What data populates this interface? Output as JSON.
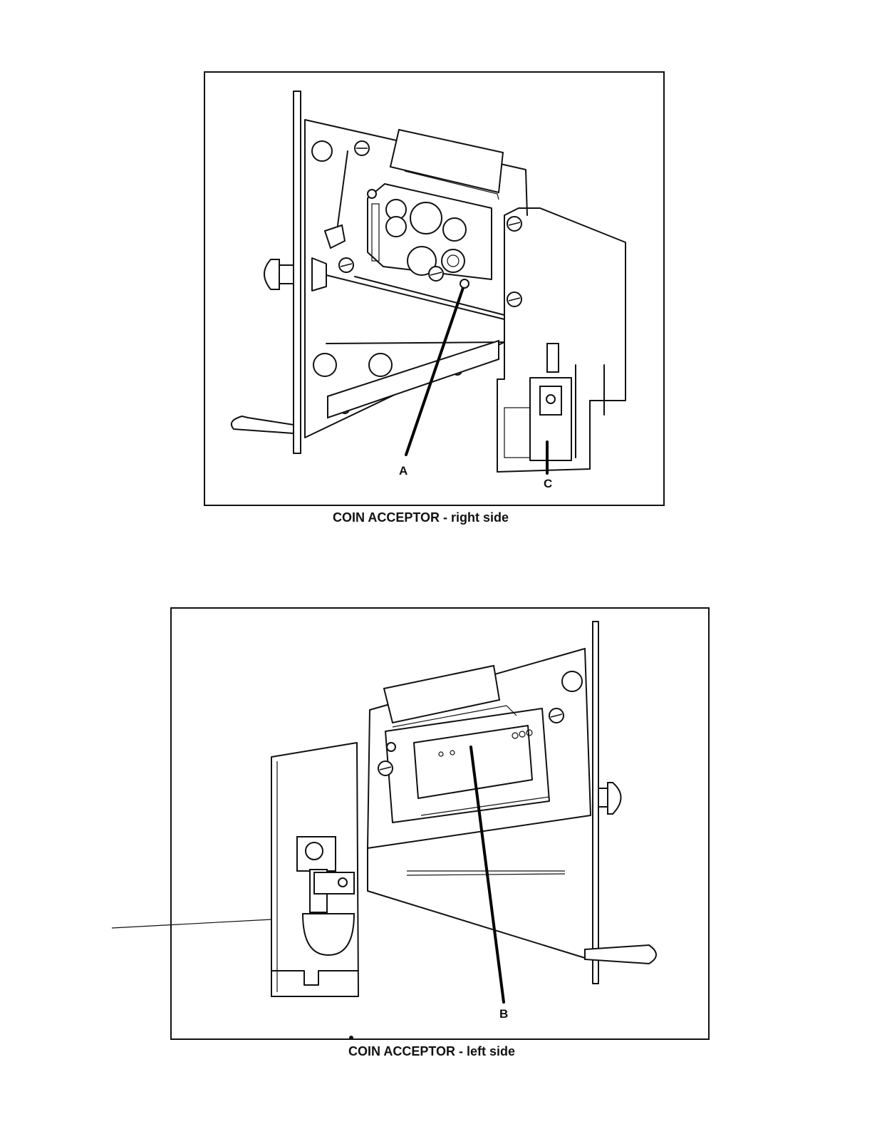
{
  "figures": [
    {
      "caption": "COIN ACCEPTOR - right side",
      "callouts": [
        "A",
        "C"
      ]
    },
    {
      "caption": "COIN ACCEPTOR - left side",
      "callouts": [
        "B"
      ]
    }
  ]
}
